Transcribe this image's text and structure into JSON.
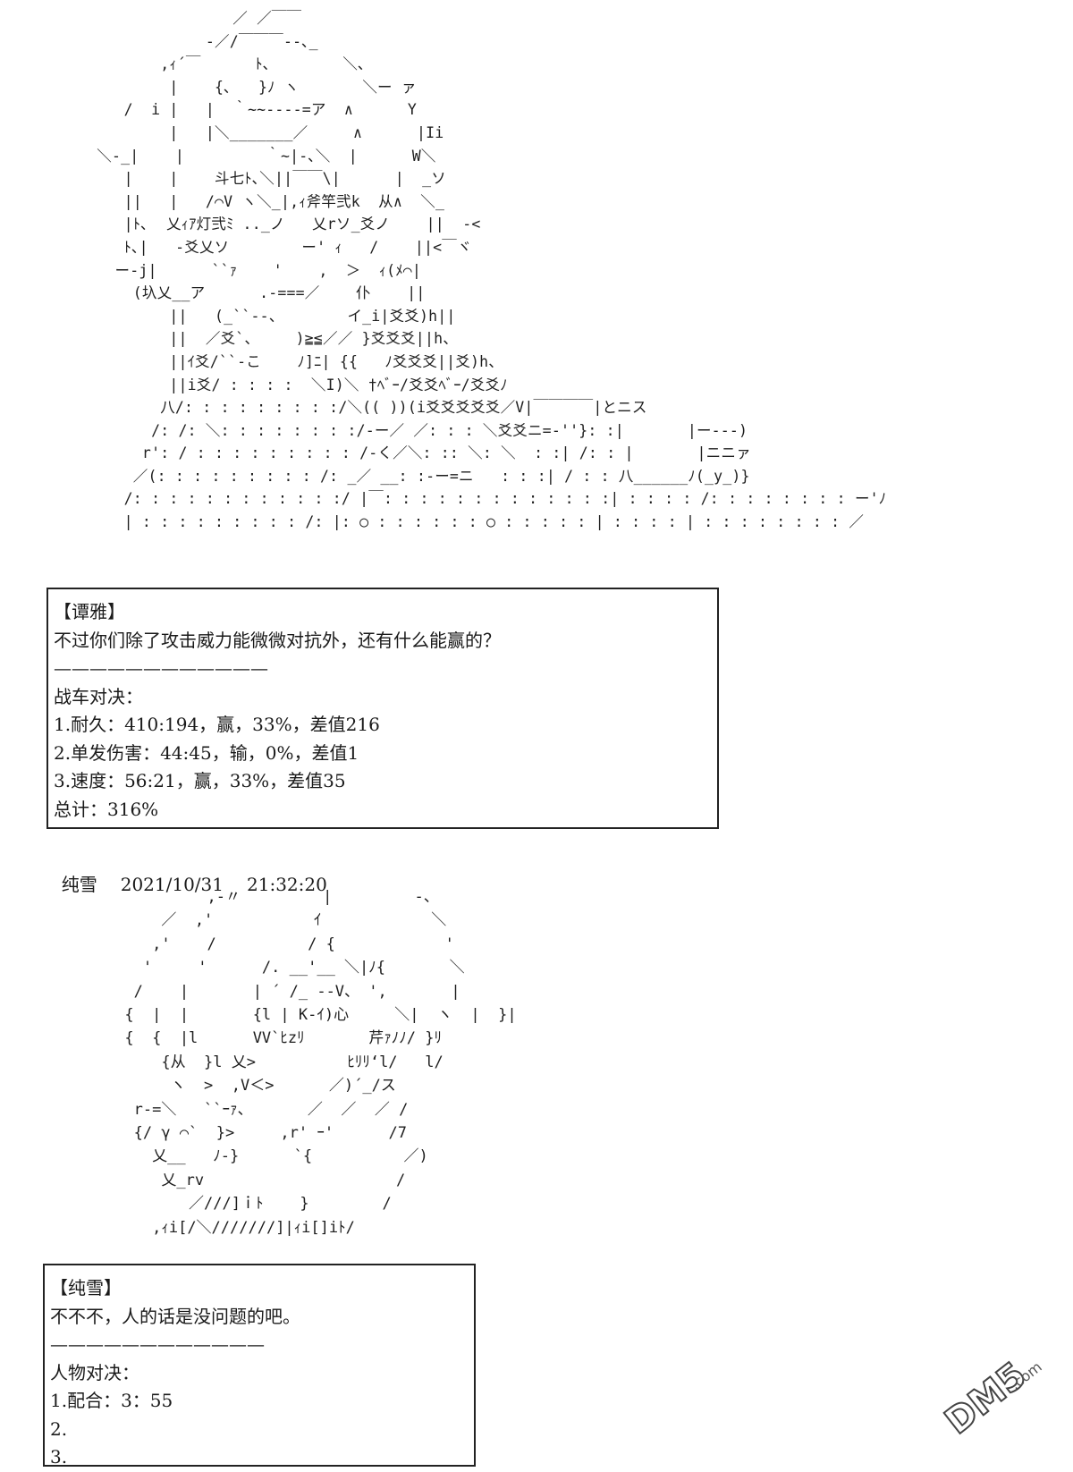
{
  "art_top": "                 ／ ／￣￣\n              -／/￣￣￣‐‐､_\n         ,ｨ´￣      ﾄ､        ＼､\n          |    {､   }ﾉ ヽ       ＼ー ァ\n     /  i |   |  ｀~~----=ア  ∧      Y\n          |   |＼_______／     ∧      |Ii\n  ＼-_|    |         ｀~|-､＼  |      W＼\n     |    |    斗七ﾄ､＼||￣￣\\|      |  _ソ\n     ||   |   /⌒V ヽ＼_|,ｨ斧竿弐k  从∧  ＼_\n     |ﾄ､  乂ｨｱ灯弐ﾐ .._ノ   乂rソ_爻ノ    ||  -<\n     ﾄ､|   -爻乂ソ        ー' ｨ   /    ||<￣ヾ\n    ー-j|      ``ｧ    '    ,  ＞  ｨ(ﾒ⌒|\n      (圦乂__ア      .-===／    仆    ||\n          ||   (_``--、       イ_i|爻爻)h||\n          ||  ／爻`、    )≧≦／／ }爻爻爻||h、\n          ||ｲ爻/``-こ    ﾉ]ﾆ| {{   ﾉ爻爻爻||爻)h、\n          ||i爻/ : : : :  ＼I)＼ †ﾍﾞｰ/爻爻ﾍﾞｰ/爻爻ﾉ\n         八/: : : : : : : : :/＼(( ))(i爻爻爻爻爻／V|￣￣￣￣|とニス\n        /: /: ＼: : : : : : : :/-ー／ ／: : : ＼爻爻ニ=-''}: :|       |ー‐‐‐)\n       r': / : : : : : : : : : /-く／＼: :: ＼: ＼  : :| /: : |       |ニニァ\n      ／(: : : : : : : : : /: _／ __: :-ー=ニ   : : :| / : : 八______ﾉ(_y_)}\n     /: : : : : : : : : : : :/ |￣: : : : : : : : : : : : :| : : : : /: : : : : : : : ー'ﾉ\n     | : : : : : : : : : /: |: ○ : : : : : : ○ : : : : : | : : : : | : : : : : : : : ／",
  "box1": {
    "speaker": "【谭雅】",
    "dialogue": "不过你们除了攻击威力能微微对抗外，还有什么能赢的？",
    "divider": "————————————",
    "section": "战车对决：",
    "item1": "1.耐久：410:194，赢，33%，差值216",
    "item2": "2.单发伤害：44:45，输，0%，差值1",
    "item3": "3.速度：56:21，赢，33%，差值35",
    "total": "总计：316%"
  },
  "post": {
    "author": "纯雪",
    "date": "2021/10/31",
    "time": "21:32:20"
  },
  "art_bottom": "               ,-〃         |         -、\n          ／  ,'           ｲ            ＼\n         ,'    /          / {            '\n        '     '      /. __'__ ＼|ﾉ{       ＼\n       /    |       | ´ /_ ‐‐V、 ',       |\n      {  |  |       {l | K-ｲ)心     ＼|  ヽ  |  }|\n      {  {  |l      VV`ﾋzﾘ       芹ｧﾉﾉ/ }ﾘ\n          {从  }l 乂>          ﾋﾘﾘ‘l/   l/\n           ヽ  >  ,V＜>      ／)´_/ス\n       r-=＼   ``ｰｧ、      ／  ／  ／ /\n       {/ γ ⌒`  }>     ,r' ｰ'      /7\n         乂__   ﾉ-}      `{          ／)\n          乂_rv                     /\n             ／///]ｉﾄ    }        /\n         ,ｨi[/＼///////]|ｨi[]iﾄ/",
  "box2": {
    "speaker": "【纯雪】",
    "dialogue": "不不不，人的话是没问题的吧。",
    "divider": "————————————",
    "section": "人物对决：",
    "item1": "1.配合：3：55",
    "item2": "2.",
    "item3": "3."
  },
  "watermark": {
    "text": "DM5",
    "suffix": ".com"
  }
}
